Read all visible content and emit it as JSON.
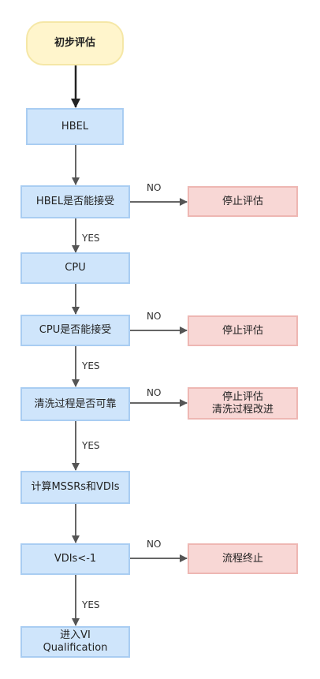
{
  "nodes": {
    "start": "初步评估",
    "hbel": "HBEL",
    "hbel_ok": "HBEL是否能接受",
    "stop1": "停止评估",
    "cpu": "CPU",
    "cpu_ok": "CPU是否能接受",
    "stop2": "停止评估",
    "clean_ok": "清洗过程是否可靠",
    "stop3_line1": "停止评估",
    "stop3_line2": "清洗过程改进",
    "calc": "计算MSSRs和VDIs",
    "vdi_check": "VDIs<-1",
    "stop4": "流程终止",
    "final_line1": "进入VI",
    "final_line2": "Qualification"
  },
  "labels": {
    "no": "NO",
    "yes": "YES"
  }
}
